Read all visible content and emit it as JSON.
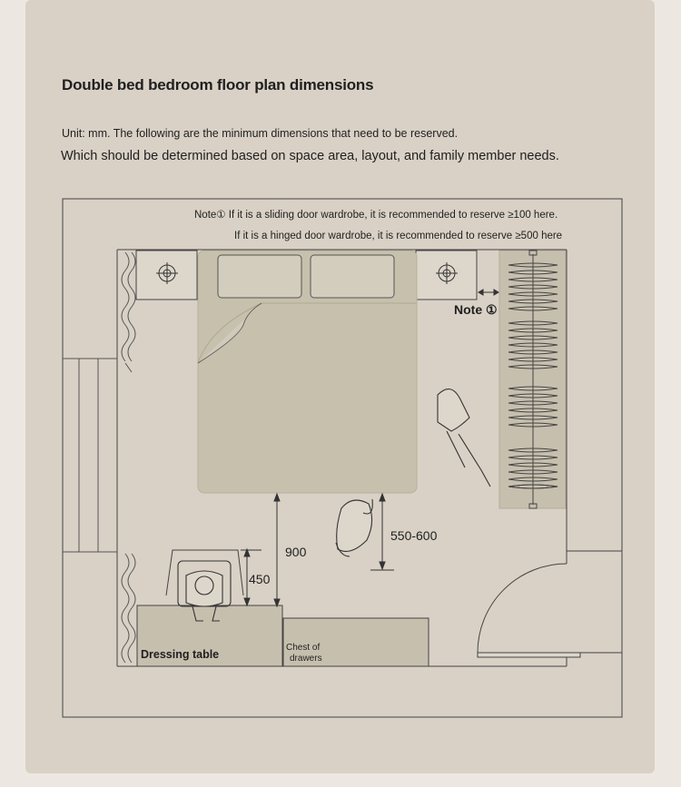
{
  "title": "Double bed bedroom floor plan dimensions",
  "subtitle_line1": "Unit: mm. The following are the minimum dimensions that need to be reserved.",
  "subtitle_line2": "Which should be determined based on space area, layout, and family member needs.",
  "plan": {
    "note_line1": "Note① If it is a sliding door wardrobe, it is recommended to reserve ≥100 here.",
    "note_line2": "If it is a hinged door wardrobe, it is recommended to reserve ≥500 here",
    "note_marker": "Note ①",
    "dim_bed_to_dresser": "900",
    "dim_dresser_chair": "450",
    "dim_bed_side": "550-600",
    "dressing_table_label": "Dressing table",
    "chest_label_line1": "Chest of",
    "chest_label_line2": "drawers"
  },
  "colors": {
    "page_bg": "#ece8e1",
    "card_bg": "#d9d1c6",
    "furniture": "#c7bfae",
    "bed": "#c6c0ad",
    "line": "#3a3a3a"
  },
  "icons": [
    "lamp-icon",
    "curtain-icon",
    "person-icon",
    "door-swing-icon",
    "hanger-icon"
  ]
}
